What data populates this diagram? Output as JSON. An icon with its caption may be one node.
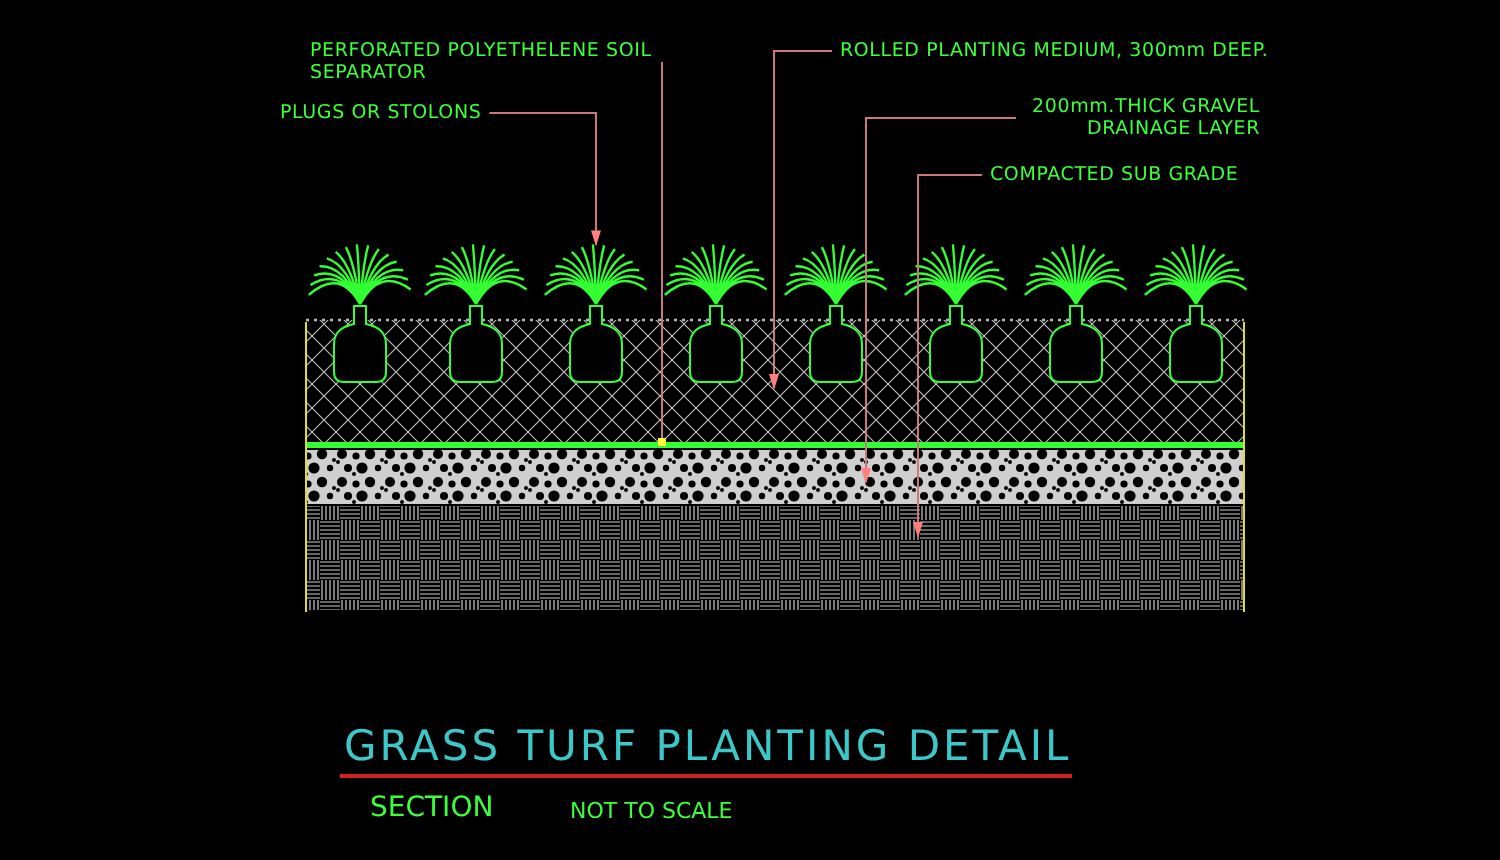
{
  "diagram": {
    "title": "GRASS TURF PLANTING DETAIL",
    "nodes": [
      {
        "text": [
          "PERFORATED POLYETHELENE SOIL SEPARATOR"
        ]
      },
      {
        "text": [
          "ROLLED PLANTING MEDIUM, 300mm DEEP."
        ]
      },
      {
        "text": [
          "PLUGS OR STOLONS"
        ]
      },
      {
        "text": [
          "200mm.THICK GRAVEL DRAINAGE LAYER"
        ]
      },
      {
        "text": [
          "COMPACTED SUB GRADE"
        ]
      },
      {
        "text": [],
        "shape": "picture"
      },
      {
        "text": [],
        "shape": "bar"
      },
      {
        "text": [],
        "shape": "box"
      },
      {
        "text": [],
        "shape": "box"
      },
      {
        "text": [],
        "shape": "box"
      }
    ],
    "edges": [
      {
        "from": 0,
        "to": 6,
        "arrow": "other"
      },
      {
        "from": 1,
        "to": 7,
        "arrow": "to"
      },
      {
        "from": 2,
        "to": 5,
        "arrow": "to"
      },
      {
        "from": 3,
        "to": 8,
        "arrow": "to"
      },
      {
        "from": 4,
        "to": 9,
        "arrow": "to"
      }
    ],
    "labels": [
      "SECTION",
      "NOT TO SCALE"
    ]
  }
}
